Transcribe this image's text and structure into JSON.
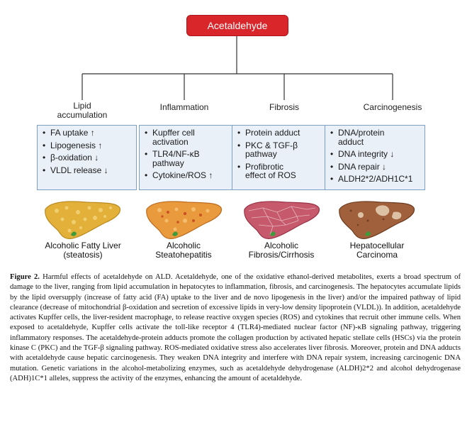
{
  "root": {
    "label": "Acetaldehyde"
  },
  "categories": [
    {
      "title": "Lipid\naccumulation",
      "items": [
        "FA uptake ↑",
        "Lipogenesis ↑",
        "β-oxidation ↓",
        "VLDL release ↓"
      ],
      "outcome": "Alcoholic Fatty Liver\n(steatosis)"
    },
    {
      "title": "Inflammation",
      "items": [
        "Kupffer cell\nactivation",
        "TLR4/NF-κB\npathway",
        "Cytokine/ROS ↑"
      ],
      "outcome": "Alcoholic\nSteatohepatitis"
    },
    {
      "title": "Fibrosis",
      "items": [
        "Protein adduct",
        "PKC & TGF-β\npathway",
        "Profibrotic\neffect of ROS"
      ],
      "outcome": "Alcoholic\nFibrosis/Cirrhosis"
    },
    {
      "title": "Carcinogenesis",
      "items": [
        "DNA/protein\nadduct",
        "DNA integrity ↓",
        "DNA repair ↓",
        "ALDH2*2/ADH1C*1"
      ],
      "outcome": "Hepatocellular\nCarcinoma"
    }
  ],
  "caption": {
    "label": "Figure 2.",
    "text": " Harmful effects of acetaldehyde on ALD. Acetaldehyde, one of the oxidative ethanol-derived metabolites, exerts a broad spectrum of damage to the liver, ranging from lipid accumulation in hepatocytes to inflammation, fibrosis, and carcinogenesis. The hepatocytes accumulate lipids by the lipid oversupply (increase of fatty acid (FA) uptake to the liver and de novo lipogenesis in the liver) and/or the impaired pathway of lipid clearance (decrease of mitochondrial β-oxidation and secretion of excessive lipids in very-low density lipoprotein (VLDL)). In addition, acetaldehyde activates Kupffer cells, the liver-resident macrophage, to release reactive oxygen species (ROS) and cytokines that recruit other immune cells. When exposed to acetaldehyde, Kupffer cells activate the toll-like receptor 4 (TLR4)-mediated nuclear factor (NF)-κB signaling pathway, triggering inflammatory responses. The acetaldehyde-protein adducts promote the collagen production by activated hepatic stellate cells (HSCs) via the protein kinase C (PKC) and the TGF-β signaling pathway. ROS-mediated oxidative stress also accelerates liver fibrosis. Moreover, protein and DNA adducts with acetaldehyde cause hepatic carcinogenesis. They weaken DNA integrity and interfere with DNA repair system, increasing carcinogenic DNA mutation. Genetic variations in the alcohol-metabolizing enzymes, such as acetaldehyde dehydrogenase (ALDH)2*2 and alcohol dehydrogenase (ADH)1C*1 alleles, suppress the activity of the enzymes, enhancing the amount of acetaldehyde."
  },
  "colors": {
    "root_fill": "#d9262b",
    "box_fill": "#e9f0f8",
    "box_border": "#7e9fc4",
    "liver_fatty": "#e3b13a",
    "liver_steatohepatitis": "#e99a3c",
    "liver_fibrosis": "#c65a6c",
    "liver_carcinoma": "#a0603b"
  }
}
